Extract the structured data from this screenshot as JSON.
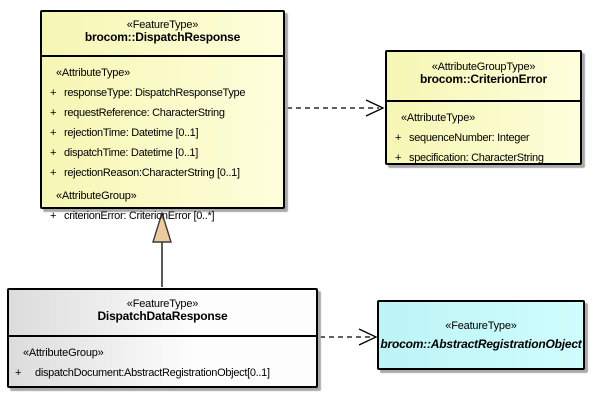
{
  "diagram_type": "uml-class-diagram",
  "colors": {
    "yellow-fill-left": "#f6f6b4",
    "yellow-fill-right": "#fefedc",
    "gray-fill-left": "#dcdcdc",
    "gray-fill-right": "#fdfdfd",
    "cyan-fill-left": "#bdf4f6",
    "cyan-fill-right": "#cffdfe",
    "border": "#000000",
    "shadow": "#a9a9a9",
    "triangle-fill": "#edcb9d"
  },
  "boxes": {
    "dispatchResponse": {
      "stereotype": "«FeatureType»",
      "name": "brocom::DispatchResponse",
      "section1_label": "«AttributeType»",
      "attrs1": [
        {
          "vis": "+",
          "text": "responseType: DispatchResponseType"
        },
        {
          "vis": "+",
          "text": "requestReference: CharacterString"
        },
        {
          "vis": "+",
          "text": "rejectionTime: Datetime [0..1]"
        },
        {
          "vis": "+",
          "text": "dispatchTime: Datetime [0..1]"
        },
        {
          "vis": "+",
          "text": "rejectionReason:CharacterString [0..1]"
        }
      ],
      "section2_label": "«AttributeGroup»",
      "attrs2": [
        {
          "vis": "+",
          "text": "criterionError: CriterionError [0..*]"
        }
      ]
    },
    "criterionError": {
      "stereotype": "«AttributeGroupType»",
      "name": "brocom::CriterionError",
      "section1_label": "«AttributeType»",
      "attrs1": [
        {
          "vis": "+",
          "text": "sequenceNumber: Integer"
        },
        {
          "vis": "+",
          "text": "specification: CharacterString"
        }
      ]
    },
    "dispatchDataResponse": {
      "stereotype": "«FeatureType»",
      "name": "DispatchDataResponse",
      "section1_label": "«AttributeGroup»",
      "attrs1": [
        {
          "vis": "+",
          "text": "dispatchDocument:AbstractRegistrationObject[0..1]"
        }
      ]
    },
    "abstractRegistrationObject": {
      "stereotype": "«FeatureType»",
      "name": "brocom::AbstractRegistrationObject"
    }
  },
  "connectors": {
    "dependency_to_criterion_error": "dashed open-arrow dependency",
    "generalization_to_dispatch_response": "solid line with hollow triangle",
    "dependency_to_abstract_registration_object": "dashed open-arrow dependency"
  }
}
